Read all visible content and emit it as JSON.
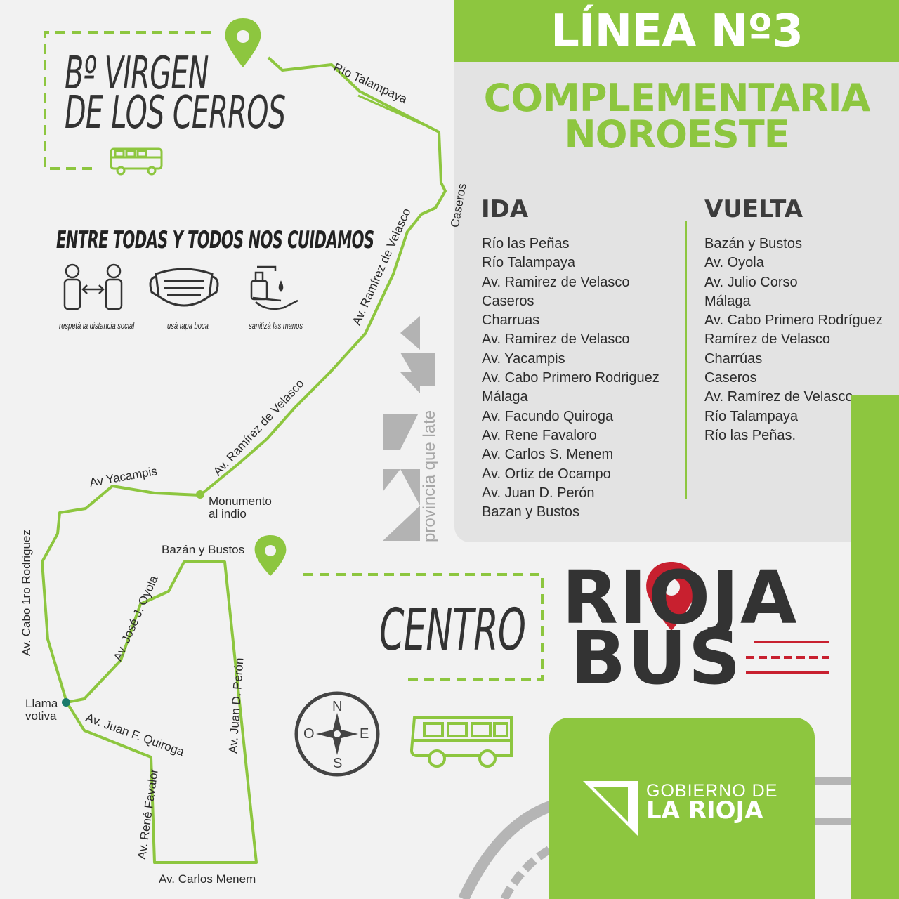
{
  "header": {
    "title": "LÍNEA Nº3",
    "subtitle_line1": "COMPLEMENTARIA",
    "subtitle_line2": "NOROESTE"
  },
  "ida": {
    "heading": "IDA",
    "streets": [
      "Río las Peñas",
      "Río Talampaya",
      "Av. Ramirez de Velasco",
      "Caseros",
      "Charruas",
      "Av. Ramirez de Velasco",
      "Av. Yacampis",
      "Av. Cabo Primero Rodriguez",
      "Málaga",
      "Av. Facundo Quiroga",
      "Av. Rene Favaloro",
      "Av. Carlos S. Menem",
      "Av. Ortiz de Ocampo",
      "Av. Juan D. Perón",
      "Bazan y Bustos"
    ]
  },
  "vuelta": {
    "heading": "VUELTA",
    "streets": [
      "Bazán y Bustos",
      "Av. Oyola",
      "Av. Julio Corso",
      "Málaga",
      "Av. Cabo Primero Rodríguez",
      "Ramírez de Velasco",
      "Charrúas",
      "Caseros",
      "Av. Ramírez de Velasco",
      "Río Talampaya",
      "Río las Peñas."
    ]
  },
  "map": {
    "origin_line1": "Bº VIRGEN",
    "origin_line2": "DE LOS CERROS",
    "destination": "CENTRO",
    "street_labels": {
      "rio_talampaya": "Río Talampaya",
      "caseros": "Caseros",
      "ramirez_upper": "Av. Ramírez de Velasco",
      "ramirez_lower": "Av. Ramírez de Velasco",
      "yacampis": "Av Yacampis",
      "monumento_1": "Monumento",
      "monumento_2": "al indio",
      "bazan_bustos": "Bazán y Bustos",
      "cabo_rodriguez": "Av. Cabo 1ro Rodriguez",
      "jose_oyola": "Av. José J. Oyola",
      "juan_peron": "Av. Juan D. Perón",
      "llama_1": "Llama",
      "llama_2": "votiva",
      "juan_quiroga": "Av. Juan F. Quiroga",
      "rene_favalor": "Av. René Favalor",
      "carlos_menem": "Av. Carlos Menem"
    },
    "compass": {
      "n": "N",
      "s": "S",
      "e": "E",
      "o": "O"
    }
  },
  "care": {
    "slogan": "ENTRE TODAS Y TODOS NOS CUIDAMOS",
    "items": [
      {
        "icon": "social-distance-icon",
        "caption": "respetá la distancia social"
      },
      {
        "icon": "face-mask-icon",
        "caption": "usá tapa boca"
      },
      {
        "icon": "hand-sanitizer-icon",
        "caption": "sanitizá las manos"
      }
    ]
  },
  "brand": {
    "line1": "RIOJA",
    "line2": "BUS",
    "tagline": "provincia que late",
    "gov_line1": "GOBIERNO DE",
    "gov_line2": "LA RIOJA"
  },
  "colors": {
    "accent_green": "#8dc63f",
    "panel_gray": "#e3e3e3",
    "text_dark": "#333333",
    "pin_red": "#c8202f",
    "stop_teal": "#1a7a6b"
  }
}
